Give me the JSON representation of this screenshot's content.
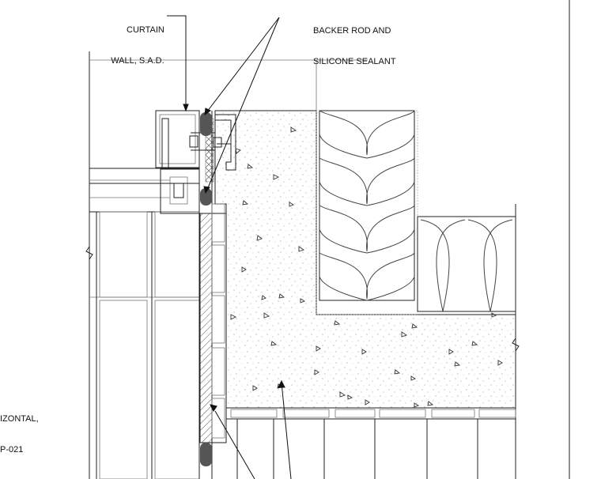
{
  "labels": {
    "curtain_wall": [
      "CURTAIN",
      "WALL, S.A.D."
    ],
    "backer_rod": [
      "BACKER ROD AND",
      "SILICONE SEALANT"
    ],
    "left_note": [
      "IZONTAL,",
      "P-021"
    ]
  }
}
